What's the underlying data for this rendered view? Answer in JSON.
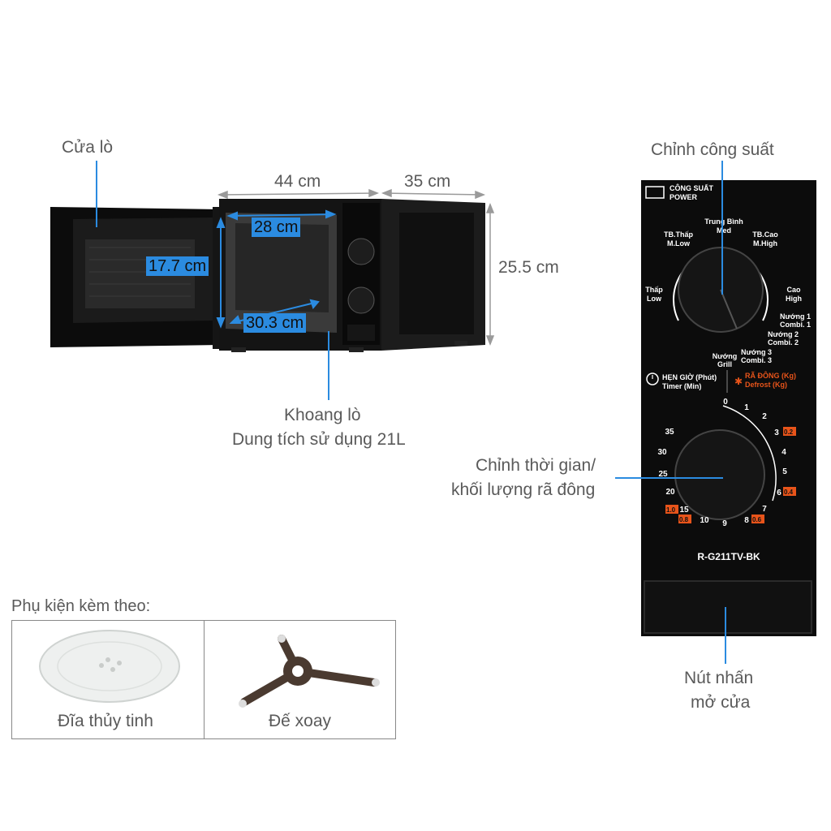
{
  "labels": {
    "door": "Cửa lò",
    "cavity_line1": "Khoang lò",
    "cavity_line2": "Dung tích sử dụng 21L",
    "power_knob": "Chỉnh công suất",
    "timer_line1": "Chỉnh thời gian/",
    "timer_line2": "khối lượng rã đông",
    "open_button_line1": "Nút nhấn",
    "open_button_line2": "mở cửa"
  },
  "dimensions": {
    "width": "44 cm",
    "depth": "35 cm",
    "height": "25.5 cm",
    "inner_width": "28 cm",
    "inner_height": "17.7 cm",
    "inner_depth": "30.3 cm"
  },
  "panel": {
    "power_title_vi": "CÔNG SUẤT",
    "power_title_en": "POWER",
    "levels": [
      {
        "vi": "Thấp",
        "en": "Low"
      },
      {
        "vi": "TB.Thấp",
        "en": "M.Low"
      },
      {
        "vi": "Trung Bình",
        "en": "Med"
      },
      {
        "vi": "TB.Cao",
        "en": "M.High"
      },
      {
        "vi": "Cao",
        "en": "High"
      },
      {
        "vi": "Nướng 1",
        "en": "Combi. 1"
      },
      {
        "vi": "Nướng 2",
        "en": "Combi. 2"
      },
      {
        "vi": "Nướng 3",
        "en": "Combi. 3"
      },
      {
        "vi": "Nướng",
        "en": "Grill"
      }
    ],
    "timer_title_vi": "HẸN GIỜ (Phút)",
    "timer_title_en": "Timer (Min)",
    "defrost_title_vi": "RÃ ĐÔNG (Kg)",
    "defrost_title_en": "Defrost (Kg)",
    "timer_marks": [
      "0",
      "1",
      "2",
      "3",
      "4",
      "5",
      "6",
      "7",
      "8",
      "9",
      "10",
      "15",
      "20",
      "25",
      "30",
      "35"
    ],
    "defrost_marks": [
      "0.2",
      "0.4",
      "0.6",
      "0.8",
      "1.0"
    ],
    "model": "R-G211TV-BK"
  },
  "accessories": {
    "title": "Phụ kiện kèm theo:",
    "items": [
      "Đĩa thủy tinh",
      "Đế xoay"
    ]
  },
  "colors": {
    "accent_blue": "#2b8be0",
    "defrost_orange": "#e8541a",
    "panel_black": "#0c0c0c"
  }
}
